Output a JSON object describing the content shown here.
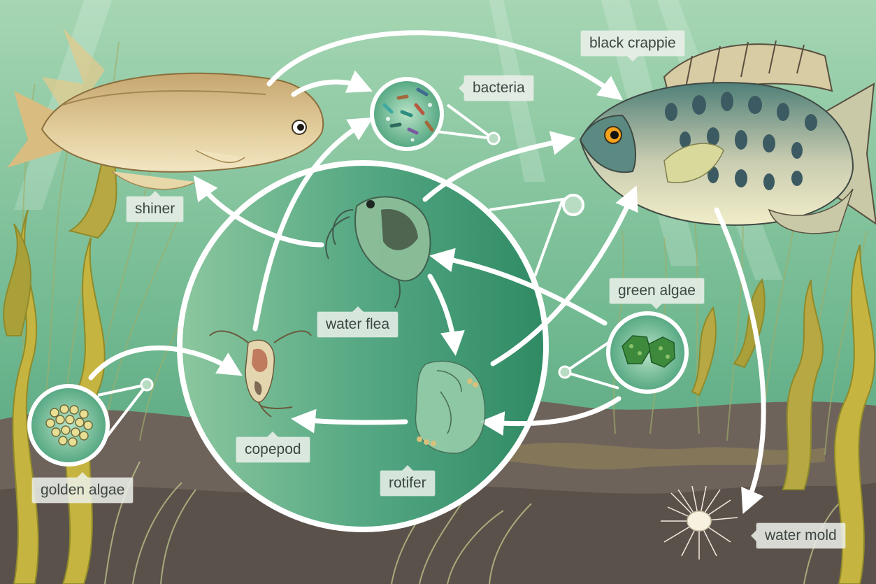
{
  "colors": {
    "water_top": "#9fd0ad",
    "water_bottom": "#4fa37c",
    "mud": "#6f645d",
    "mud_dark": "#4f4640",
    "inner_circle": "#3f9a73",
    "arrow": "#ffffff",
    "label_text": "#3d4743"
  },
  "labels": {
    "black_crappie": "black crappie",
    "bacteria": "bacteria",
    "shiner": "shiner",
    "green_algae": "green algae",
    "water_flea": "water flea",
    "copepod": "copepod",
    "rotifer": "rotifer",
    "golden_algae": "golden algae",
    "water_mold": "water mold"
  },
  "icons": [
    "shiner-fish-icon",
    "black-crappie-fish-icon",
    "bacteria-icon",
    "water-flea-icon",
    "copepod-icon",
    "rotifer-icon",
    "green-algae-icon",
    "golden-algae-icon",
    "water-mold-icon"
  ]
}
